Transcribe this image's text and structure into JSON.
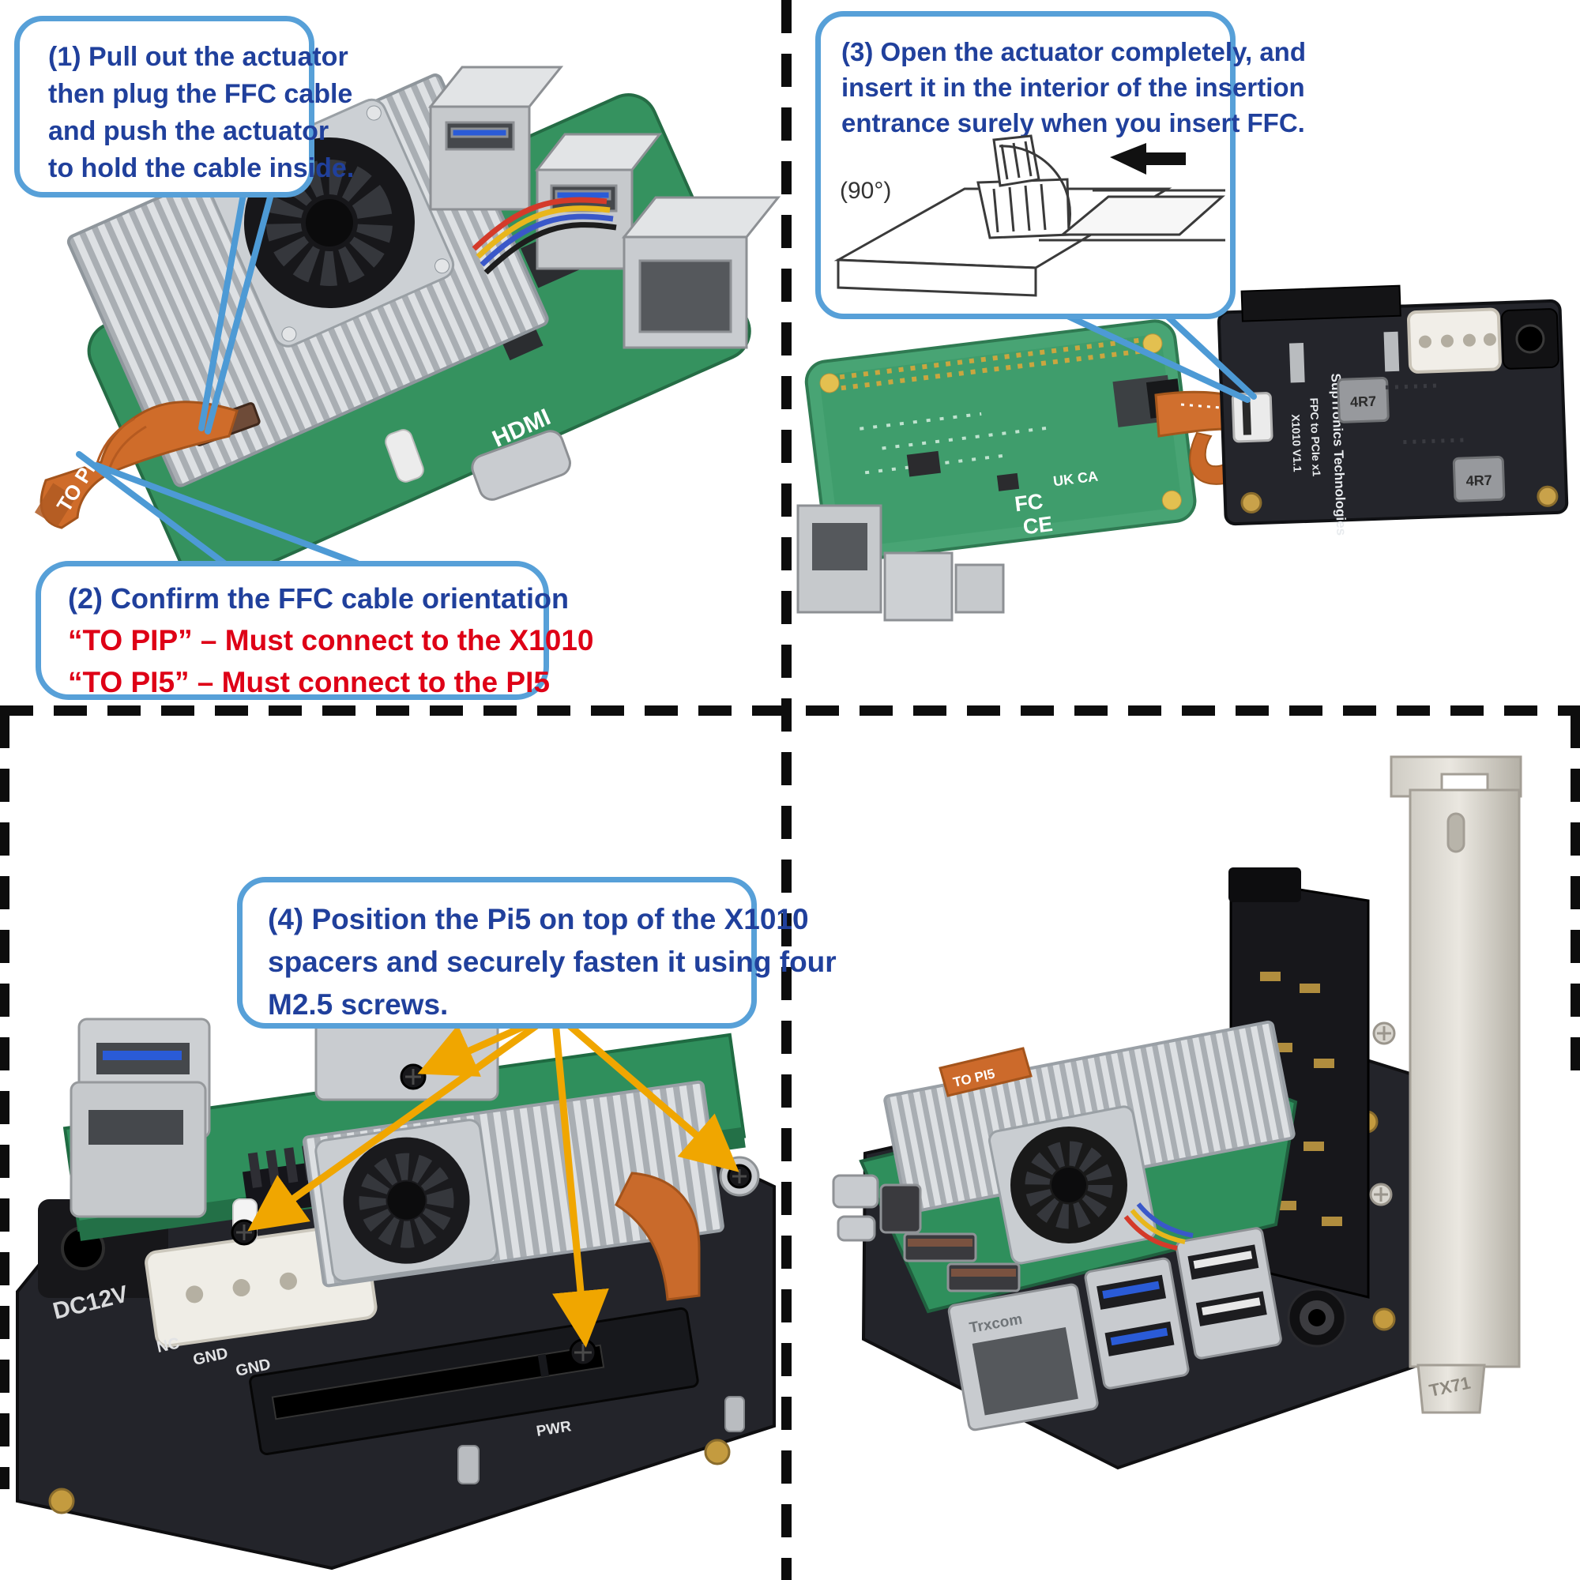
{
  "colors": {
    "callout_border": "#57a0d8",
    "callout_text": "#20409c",
    "warning_text": "#de0016",
    "pointer_line": "#4d9ad5",
    "arrow": "#f0a600",
    "divider": "#0d0d0d"
  },
  "panel1": {
    "step1_lines": [
      "(1) Pull out the actuator",
      "then plug the FFC cable",
      "and push the actuator",
      "to hold the cable inside."
    ],
    "step2_line1": "(2) Confirm the FFC cable orientation",
    "step2_line2": "“TO PIP” – Must connect to the X1010",
    "step2_line3": "“TO PI5” – Must connect to the PI5",
    "ffc_label": "TO PIP",
    "board_label_hdmi": "HDMI"
  },
  "panel2": {
    "step3_lines": [
      "(3) Open the actuator completely, and",
      "insert it in the interior of the insertion",
      "entrance surely when you insert FFC."
    ],
    "diagram_angle_label": "(90°)",
    "x1010_brand": "SupTronics Technologies",
    "x1010_model": "FPC to PCIe x1",
    "x1010_version": "X1010 V1.1",
    "inductor_label": "4R7",
    "pi_mark_fcc": "FC",
    "pi_mark_ce": "CE",
    "pi_mark_ukca": "UK CA"
  },
  "panel3": {
    "step4_lines": [
      "(4) Position the Pi5 on top of the X1010",
      "spacers and securely fasten it using four",
      "M2.5 screws."
    ],
    "label_dc12v": "DC12V",
    "label_nc": "NC",
    "label_gnd1": "GND",
    "label_gnd2": "GND",
    "label_pwr": "PWR"
  },
  "panel4": {
    "bracket_label": "TX71",
    "ffc_label": "TO PI5",
    "ethernet_label": "Trxcom"
  }
}
